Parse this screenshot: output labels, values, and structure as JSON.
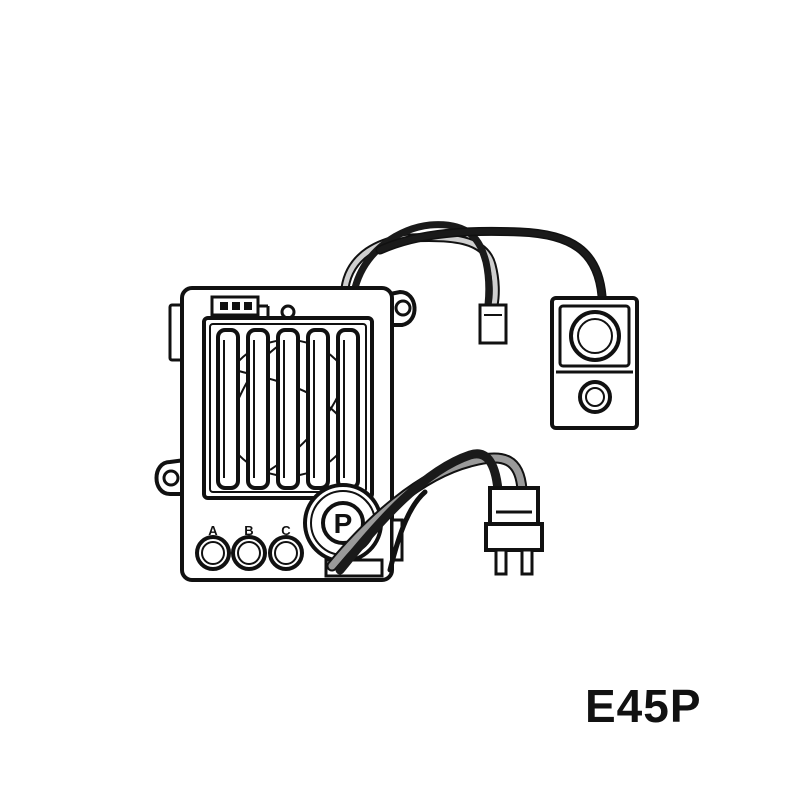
{
  "product": {
    "model": "E45P"
  },
  "buttons": {
    "a_label": "A",
    "b_label": "B",
    "c_label": "C",
    "program_label": "P"
  },
  "colors": {
    "outline": "#111111",
    "wire_black": "#1a1a1a",
    "wire_gray": "#9a9a9a",
    "wire_light": "#cfcfcf",
    "background": "#ffffff"
  }
}
